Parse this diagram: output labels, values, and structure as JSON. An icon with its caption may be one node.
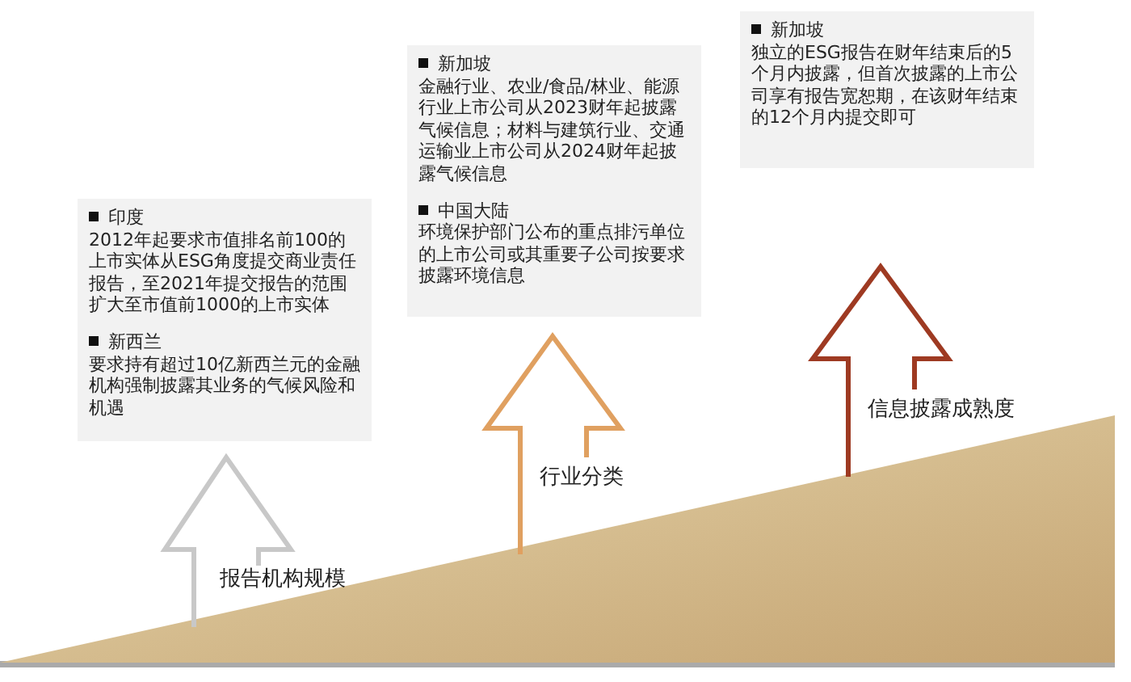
{
  "diagram": {
    "nodes": [
      {
        "text": [
          "印度",
          "2012年起要求市值排名前100的上市实体从ESG角度提交商业责任报告，至2021年提交报告的范围扩大至市值前1000的上市实体",
          "新西兰",
          "要求持有超过10亿新西兰元的金融机构强制披露其业务的气候风险和机遇"
        ]
      },
      {
        "text": [
          "新加坡",
          "金融行业、农业/食品/林业、能源行业上市公司从2023财年起披露气候信息；材料与建筑行业、交通运输业上市公司从2024财年起披露气候信息",
          "中国大陆",
          "环境保护部门公布的重点排污单位的上市公司或其重要子公司按要求披露环境信息"
        ]
      },
      {
        "text": [
          "新加坡",
          "独立的ESG报告在财年结束后的5个月内披露，但首次披露的上市公司享有报告宽恕期，在该财年结束的12个月内提交即可"
        ]
      }
    ],
    "edges": [],
    "labels": [
      "报告机构规模",
      "行业分类",
      "信息披露成熟度"
    ]
  }
}
